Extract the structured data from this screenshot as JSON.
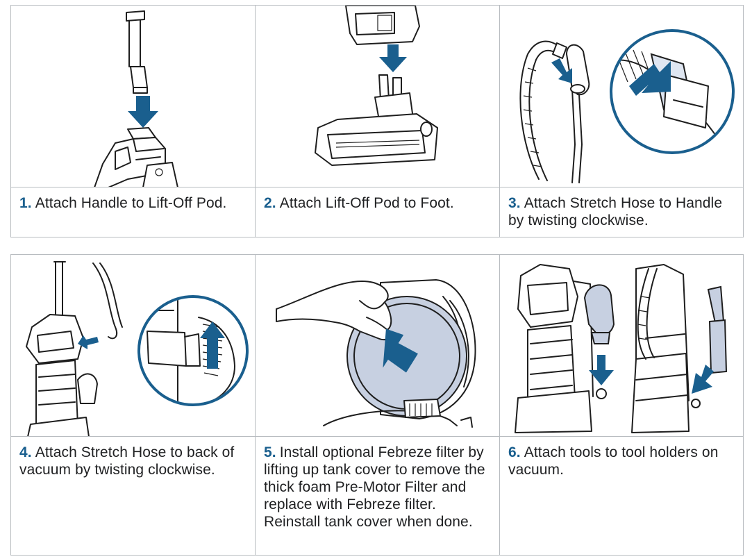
{
  "colors": {
    "accent": "#1a5f8e",
    "filter": "#c7d0e1",
    "border": "#b8bcc0",
    "text": "#1f2022"
  },
  "steps": [
    {
      "number": "1.",
      "text": "Attach Handle to Lift-Off Pod."
    },
    {
      "number": "2.",
      "text": "Attach Lift-Off Pod to Foot."
    },
    {
      "number": "3.",
      "text": "Attach Stretch Hose to Handle by twisting clockwise."
    },
    {
      "number": "4.",
      "text": "Attach Stretch Hose to back of vacuum by twisting clockwise."
    },
    {
      "number": "5.",
      "text": "Install optional Febreze filter by lifting up tank cover to remove the thick foam Pre-Motor Filter and replace with Febreze filter. Reinstall tank cover when done."
    },
    {
      "number": "6.",
      "text": "Attach tools to tool holders on vacuum."
    }
  ]
}
